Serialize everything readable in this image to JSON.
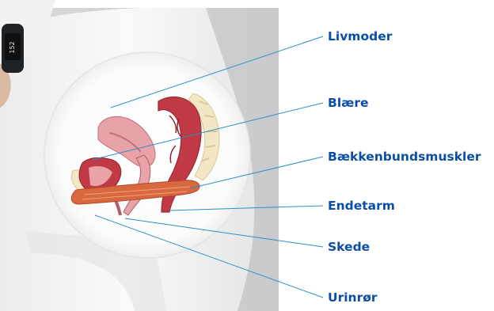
{
  "labels": [
    {
      "id": "uterus",
      "text": "Livmoder"
    },
    {
      "id": "bladder",
      "text": "Blære"
    },
    {
      "id": "pelvic-floor",
      "text": "Bækkenbundsmuskler"
    },
    {
      "id": "rectum",
      "text": "Endetarm"
    },
    {
      "id": "vagina",
      "text": "Skede"
    },
    {
      "id": "urethra",
      "text": "Urinrør"
    }
  ],
  "watch_text": "152",
  "colors": {
    "label": "#0b4ea8",
    "leader_line": "#2a8fc7",
    "organ_red": "#c03a45",
    "organ_pink": "#e8a3a8",
    "muscle": "#d9683f",
    "bone": "#f3e6c4"
  }
}
